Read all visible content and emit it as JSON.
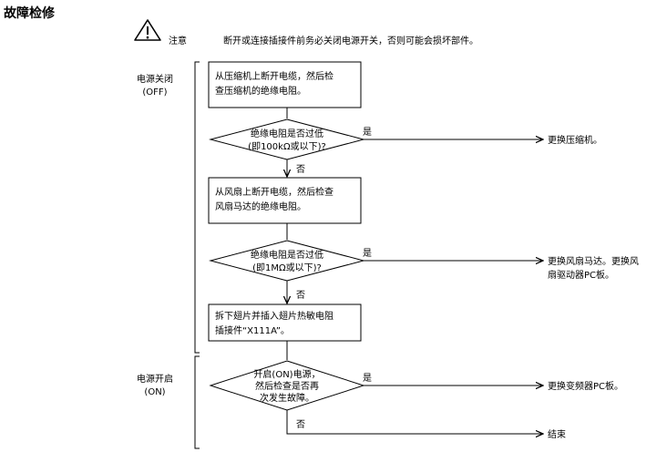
{
  "page_title": "故障检修",
  "caution": {
    "icon": "warning-triangle-icon",
    "label": "注意",
    "text": "断开或连接插接件前务必关闭电源开关，否则可能会损坏部件。"
  },
  "sections": {
    "power_off": {
      "line1": "电源关闭",
      "line2": "(OFF)"
    },
    "power_on": {
      "line1": "电源开启",
      "line2": "(ON)"
    }
  },
  "steps": {
    "step1": {
      "line1": "从压缩机上断开电缆，然后检",
      "line2": "查压缩机的绝缘电阻。"
    },
    "step2": {
      "line1": "从风扇上断开电缆，然后检查",
      "line2": "风扇马达的绝缘电阻。"
    },
    "step3": {
      "line1": "拆下翅片并插入翅片热敏电阻",
      "line2": "插接件“X111A”。"
    }
  },
  "decisions": {
    "d1": {
      "line1": "绝缘电阻是否过低",
      "line2": "(即100kΩ或以下)?"
    },
    "d2": {
      "line1": "绝缘电阻是否过低",
      "line2": "(即1MΩ或以下)?"
    },
    "d3": {
      "line1": "开启(ON)电源，",
      "line2": "然后检查是否再",
      "line3": "次发生故障。"
    }
  },
  "branch_labels": {
    "yes": "是",
    "no": "否"
  },
  "results": {
    "r1": "更换压缩机。",
    "r2_line1": "更换风扇马达。更换风",
    "r2_line2": "扇驱动器PC板。",
    "r3": "更换变频器PC板。",
    "end": "结束"
  }
}
